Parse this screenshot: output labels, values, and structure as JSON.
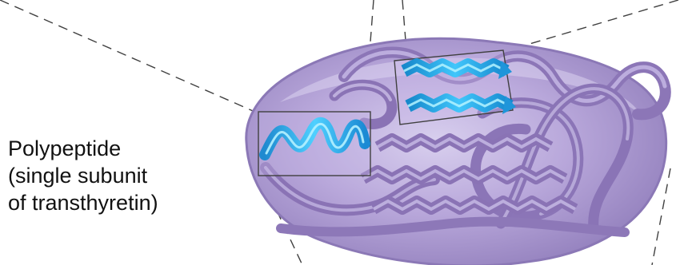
{
  "label": {
    "lines": [
      "Polypeptide",
      "(single subunit",
      "of transthyretin)"
    ]
  },
  "colors": {
    "protein_body": "#b6a5d7",
    "protein_edge": "#8d7bb5",
    "ribbon_dark": "#8f7ab9",
    "ribbon_light": "#c9bde6",
    "alpha_helix": "#37b7ea",
    "beta_sheet": "#31b4e8",
    "guide_lines": "#4a4a4a"
  },
  "icons": {
    "alpha_helix": "alpha-helix-icon",
    "beta_sheet": "beta-pleated-sheet-icon",
    "ribbon": "polypeptide-ribbon-icon"
  }
}
